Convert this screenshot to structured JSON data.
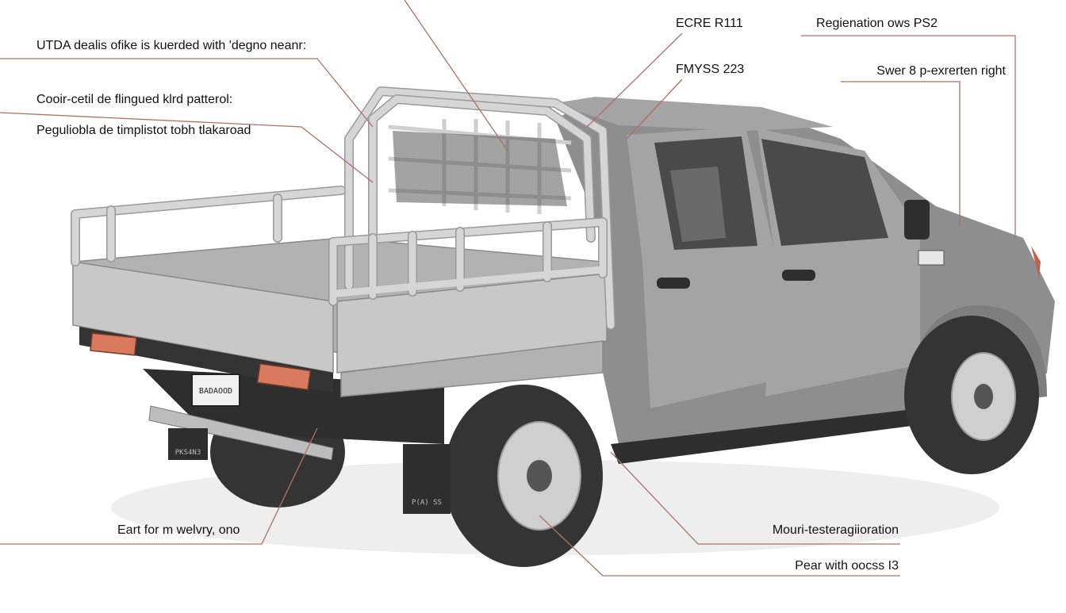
{
  "labels": {
    "top_left_1": "UTDA dealis ofike is kuerded with 'degno neanr:",
    "top_left_2": "Cooir-cetil de flingued klrd patterol:",
    "top_left_3": "Peguliobla de timplistot tobh tlakaroad",
    "top_mid_1": "ECRE R111",
    "top_mid_2": "FMYSS 223",
    "top_right_1": "Regienation ows PS2",
    "top_right_2": "Swer 8 p-exrerten right",
    "bottom_left": "Eart for m welvry, ono",
    "bottom_right_1": "Mouri-testeragiioration",
    "bottom_right_2": "Pear with oocss I3"
  },
  "plate": {
    "rear_plate": "BADAOOD",
    "bumper_plate": "PKS4N3",
    "mudflap_text": "P(A) SS"
  },
  "colors": {
    "leader_line": "#b07060",
    "tail_light": "#d97a5e"
  }
}
